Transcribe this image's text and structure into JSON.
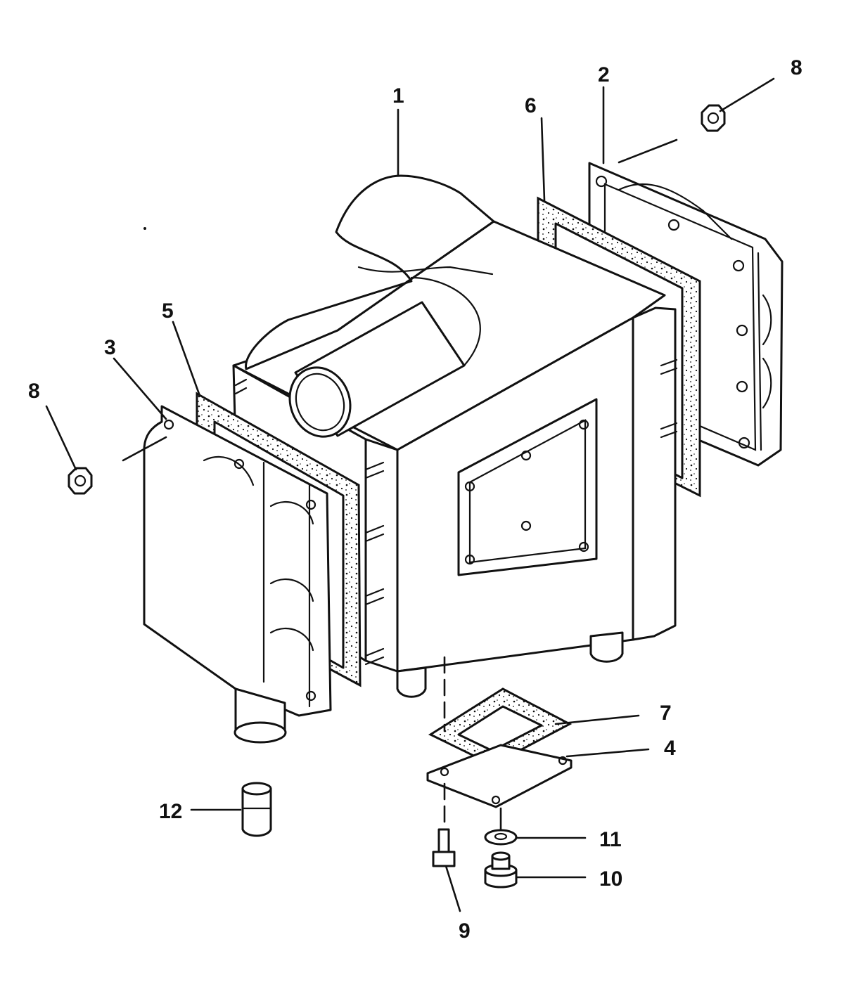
{
  "callouts": [
    {
      "id": "1",
      "text": "1"
    },
    {
      "id": "2",
      "text": "2"
    },
    {
      "id": "3",
      "text": "3"
    },
    {
      "id": "4",
      "text": "4"
    },
    {
      "id": "5",
      "text": "5"
    },
    {
      "id": "6",
      "text": "6"
    },
    {
      "id": "7",
      "text": "7"
    },
    {
      "id": "8a",
      "text": "8"
    },
    {
      "id": "8b",
      "text": "8"
    },
    {
      "id": "9",
      "text": "9"
    },
    {
      "id": "10",
      "text": "10"
    },
    {
      "id": "11",
      "text": "11"
    },
    {
      "id": "12",
      "text": "12"
    }
  ],
  "colors": {
    "ink": "#111111",
    "paper": "#ffffff"
  }
}
